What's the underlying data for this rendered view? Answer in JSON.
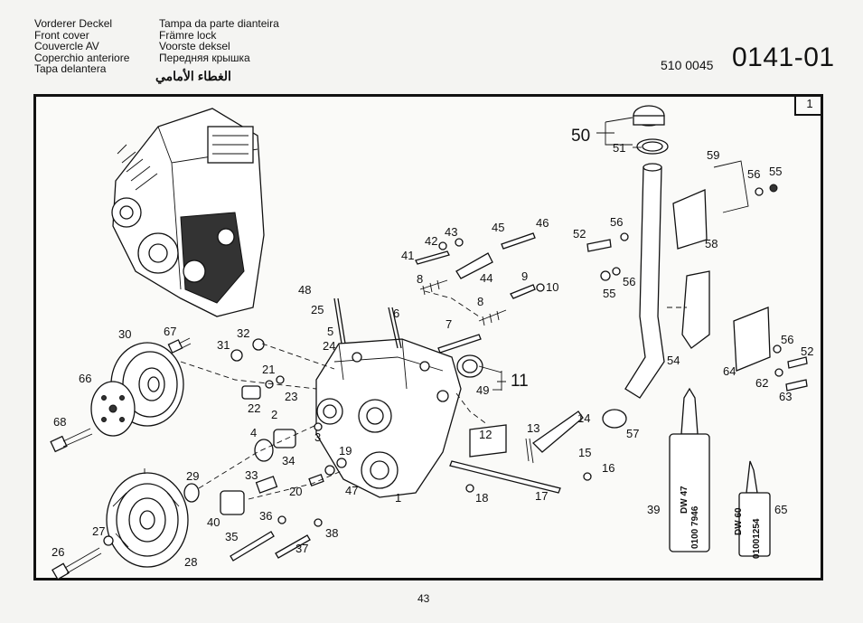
{
  "header": {
    "left_titles": [
      "Vorderer Deckel",
      "Front cover",
      "Couvercle AV",
      "Coperchio anteriore",
      "Tapa delantera"
    ],
    "right_titles": [
      "Tampa da parte dianteira",
      "Främre lock",
      "Voorste deksel",
      "Передняя крышка"
    ],
    "arabic_title": "الغطاء الأمامي",
    "part_number": "510 0045",
    "page_code": "0141-01"
  },
  "sheet_number": "1",
  "page_number": "43",
  "tubes": {
    "tube_39_label": "DW 47",
    "tube_39_code": "0100 7946",
    "tube_65_label": "DW 60",
    "tube_65_code": "01001254"
  },
  "callouts": [
    "1",
    "3",
    "4",
    "5",
    "6",
    "7",
    "8",
    "8",
    "9",
    "10",
    "11",
    "12",
    "13",
    "14",
    "15",
    "16",
    "17",
    "18",
    "19",
    "20",
    "21",
    "22",
    "23",
    "24",
    "25",
    "26",
    "27",
    "28",
    "29",
    "30",
    "31",
    "32",
    "33",
    "34",
    "35",
    "36",
    "37",
    "38",
    "39",
    "40",
    "41",
    "42",
    "43",
    "44",
    "45",
    "46",
    "47",
    "48",
    "49",
    "50",
    "51",
    "52",
    "52",
    "54",
    "55",
    "55",
    "56",
    "56",
    "56",
    "56",
    "57",
    "58",
    "59",
    "62",
    "63",
    "64",
    "65",
    "66",
    "67",
    "68",
    "2"
  ]
}
